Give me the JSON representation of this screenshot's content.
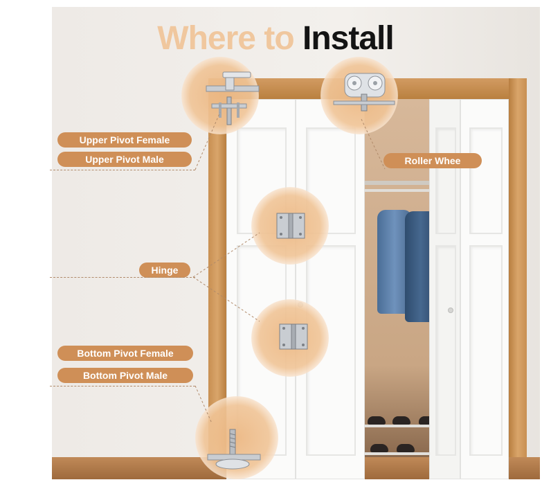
{
  "title": {
    "part1": "Where to",
    "part2": "Install"
  },
  "labels": {
    "upper_pivot_female": "Upper Pivot Female",
    "upper_pivot_male": "Upper Pivot Male",
    "roller_wheel": "Roller Whee",
    "hinge": "Hinge",
    "bottom_pivot_female": "Bottom Pivot Female",
    "bottom_pivot_male": "Bottom Pivot Male"
  },
  "icons": [
    "upper-pivot-icon",
    "roller-wheel-icon",
    "hinge-icon",
    "bottom-pivot-icon"
  ],
  "colors": {
    "accent": "#cf8f57",
    "title_light": "#f0c79e",
    "title_dark": "#141414",
    "wood": "#c88f52"
  }
}
